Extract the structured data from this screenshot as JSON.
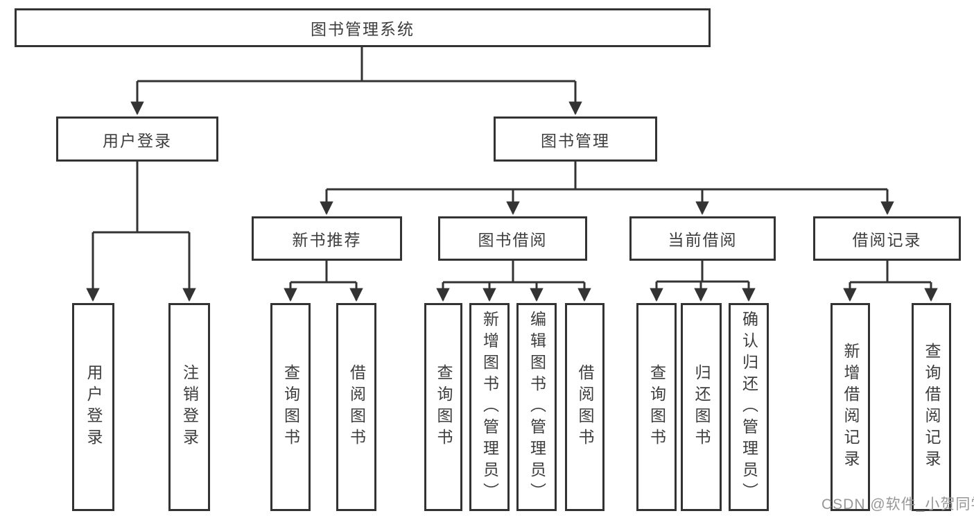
{
  "tree": {
    "label": "图书管理系统",
    "children": [
      {
        "label": "用户登录",
        "children": [
          {
            "label": "用户登录"
          },
          {
            "label": "注销登录"
          }
        ]
      },
      {
        "label": "图书管理",
        "children": [
          {
            "label": "新书推荐",
            "children": [
              {
                "label": "查询图书"
              },
              {
                "label": "借阅图书"
              }
            ]
          },
          {
            "label": "图书借阅",
            "children": [
              {
                "label": "查询图书"
              },
              {
                "label": "新增图书（管理员）"
              },
              {
                "label": "编辑图书（管理员）"
              },
              {
                "label": "借阅图书"
              }
            ]
          },
          {
            "label": "当前借阅",
            "children": [
              {
                "label": "查询图书"
              },
              {
                "label": "归还图书"
              },
              {
                "label": "确认归还（管理员）"
              }
            ]
          },
          {
            "label": "借阅记录",
            "children": [
              {
                "label": "新增借阅记录"
              },
              {
                "label": "查询借阅记录"
              }
            ]
          }
        ]
      }
    ]
  },
  "watermark": {
    "text": "CSDN @软件_小贺同学"
  },
  "colors": {
    "line": "#333333",
    "text": "#3d3d3d",
    "watermark": "#979797",
    "background": "#ffffff"
  }
}
